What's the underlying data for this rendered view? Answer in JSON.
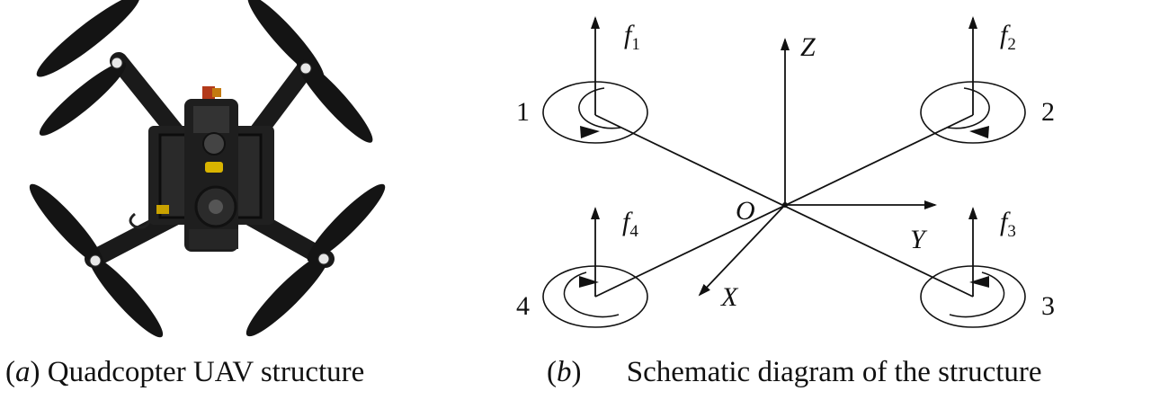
{
  "panel_a": {
    "tag_open": "(",
    "tag_letter": "a",
    "tag_close": ")",
    "caption": "Quadcopter UAV structure"
  },
  "panel_b": {
    "tag_open": "(",
    "tag_letter": "b",
    "tag_close": ")",
    "caption": "Schematic diagram of the structure",
    "axes": {
      "z": "Z",
      "y": "Y",
      "x": "X",
      "origin": "O"
    },
    "rotors": [
      {
        "number": "1",
        "force": "f",
        "force_sub": "1",
        "spin": "counter-clockwise"
      },
      {
        "number": "2",
        "force": "f",
        "force_sub": "2",
        "spin": "clockwise"
      },
      {
        "number": "3",
        "force": "f",
        "force_sub": "3",
        "spin": "counter-clockwise"
      },
      {
        "number": "4",
        "force": "f",
        "force_sub": "4",
        "spin": "clockwise"
      }
    ]
  },
  "colors": {
    "ink": "#111111",
    "drone_frame": "#1c1c1c",
    "background": "#ffffff"
  }
}
